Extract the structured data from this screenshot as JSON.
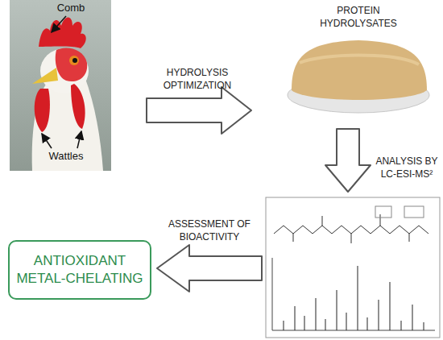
{
  "diagram": {
    "nodes": [
      {
        "text": [
          "PROTEIN HYDROLYSATES"
        ]
      },
      {
        "text": [
          "ANTIOXIDANT METAL-CHELATING"
        ]
      }
    ],
    "labels": [
      "Comb",
      "Wattles",
      "HYDROLYSIS OPTIMIZATION",
      "ANALYSIS BY LC-ESI-MS²",
      "ASSESSMENT OF BIOACTIVITY"
    ]
  }
}
